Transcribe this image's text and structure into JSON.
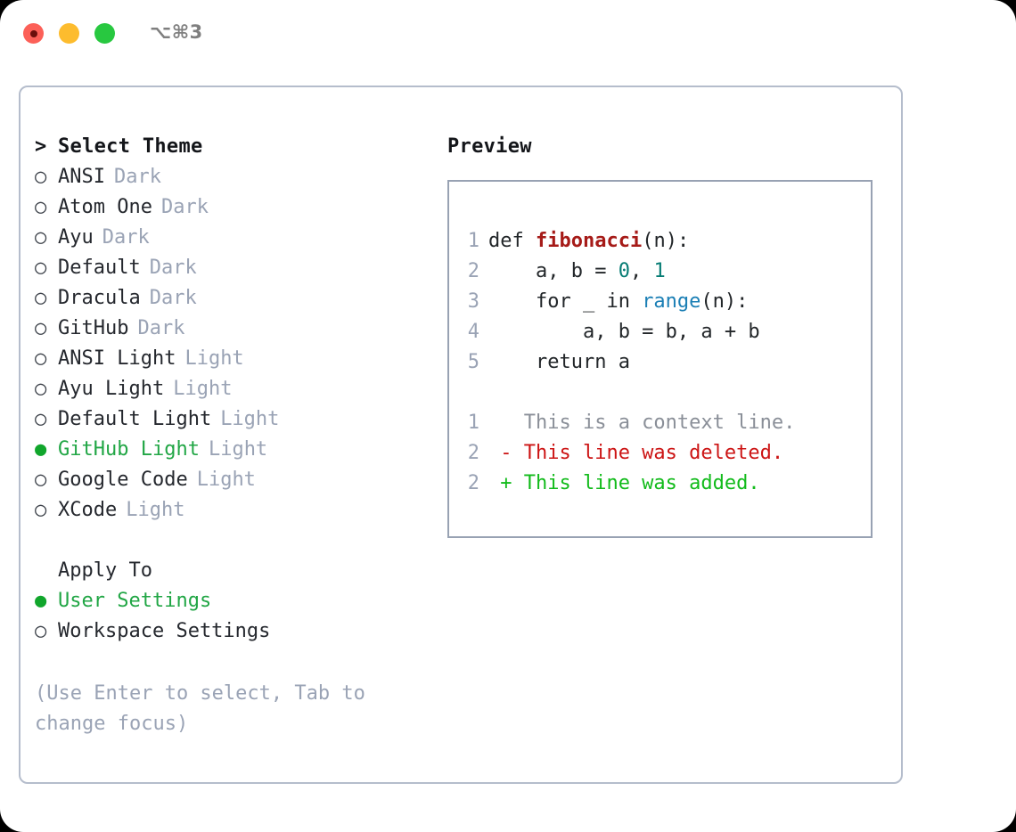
{
  "window": {
    "shortcut_title": "⌥⌘3",
    "controls": [
      {
        "name": "close",
        "color": "#fc6058"
      },
      {
        "name": "minimize",
        "color": "#fdbc2e"
      },
      {
        "name": "maximize",
        "color": "#28c840"
      }
    ]
  },
  "theme_selector": {
    "header_marker": ">",
    "header_label": "Select Theme",
    "bullet_on": "●",
    "bullet_off": "○",
    "items": [
      {
        "label": "ANSI",
        "tag": "Dark",
        "selected": false
      },
      {
        "label": "Atom One",
        "tag": "Dark",
        "selected": false
      },
      {
        "label": "Ayu",
        "tag": "Dark",
        "selected": false
      },
      {
        "label": "Default",
        "tag": "Dark",
        "selected": false
      },
      {
        "label": "Dracula",
        "tag": "Dark",
        "selected": false
      },
      {
        "label": "GitHub",
        "tag": "Dark",
        "selected": false
      },
      {
        "label": "ANSI Light",
        "tag": "Light",
        "selected": false
      },
      {
        "label": "Ayu Light",
        "tag": "Light",
        "selected": false
      },
      {
        "label": "Default Light",
        "tag": "Light",
        "selected": false
      },
      {
        "label": "GitHub Light",
        "tag": "Light",
        "selected": true
      },
      {
        "label": "Google Code",
        "tag": "Light",
        "selected": false
      },
      {
        "label": "XCode",
        "tag": "Light",
        "selected": false
      }
    ]
  },
  "apply_to": {
    "title": "Apply To",
    "items": [
      {
        "label": "User Settings",
        "selected": true
      },
      {
        "label": "Workspace Settings",
        "selected": false
      }
    ]
  },
  "hint": "(Use Enter to select, Tab to change focus)",
  "preview": {
    "title": "Preview",
    "code_lines": [
      {
        "no": "1",
        "segments": [
          {
            "text": "def ",
            "cls": "tok-kw"
          },
          {
            "text": "fibonacci",
            "cls": "tok-fn"
          },
          {
            "text": "(n):",
            "cls": "tok-plain"
          }
        ]
      },
      {
        "no": "2",
        "segments": [
          {
            "text": "    a, b = ",
            "cls": "tok-plain"
          },
          {
            "text": "0",
            "cls": "tok-num"
          },
          {
            "text": ", ",
            "cls": "tok-plain"
          },
          {
            "text": "1",
            "cls": "tok-num"
          }
        ]
      },
      {
        "no": "3",
        "segments": [
          {
            "text": "    for _ in ",
            "cls": "tok-plain"
          },
          {
            "text": "range",
            "cls": "tok-builtin"
          },
          {
            "text": "(n):",
            "cls": "tok-plain"
          }
        ]
      },
      {
        "no": "4",
        "segments": [
          {
            "text": "        a, b = b, a + b",
            "cls": "tok-plain"
          }
        ]
      },
      {
        "no": "5",
        "segments": [
          {
            "text": "    return a",
            "cls": "tok-plain"
          }
        ]
      },
      {
        "no": "",
        "segments": [
          {
            "text": " ",
            "cls": "tok-plain"
          }
        ]
      },
      {
        "no": "1",
        "segments": [
          {
            "text": "   This is a context line.",
            "cls": "diff-ctx"
          }
        ]
      },
      {
        "no": "2",
        "segments": [
          {
            "text": " - This line was deleted.",
            "cls": "diff-del"
          }
        ]
      },
      {
        "no": "2",
        "segments": [
          {
            "text": " + This line was added.",
            "cls": "diff-add"
          }
        ]
      }
    ]
  },
  "colors": {
    "accent_green": "#21a645",
    "muted": "#9aa3b5",
    "border": "#b5bdcc",
    "preview_border": "#98a2b3",
    "text": "#25282e",
    "diff_delete": "#cc1414",
    "diff_add": "#12bb1b",
    "fn_red": "#a61b18",
    "num_teal": "#067c74",
    "builtin_blue": "#1b7fb5"
  }
}
